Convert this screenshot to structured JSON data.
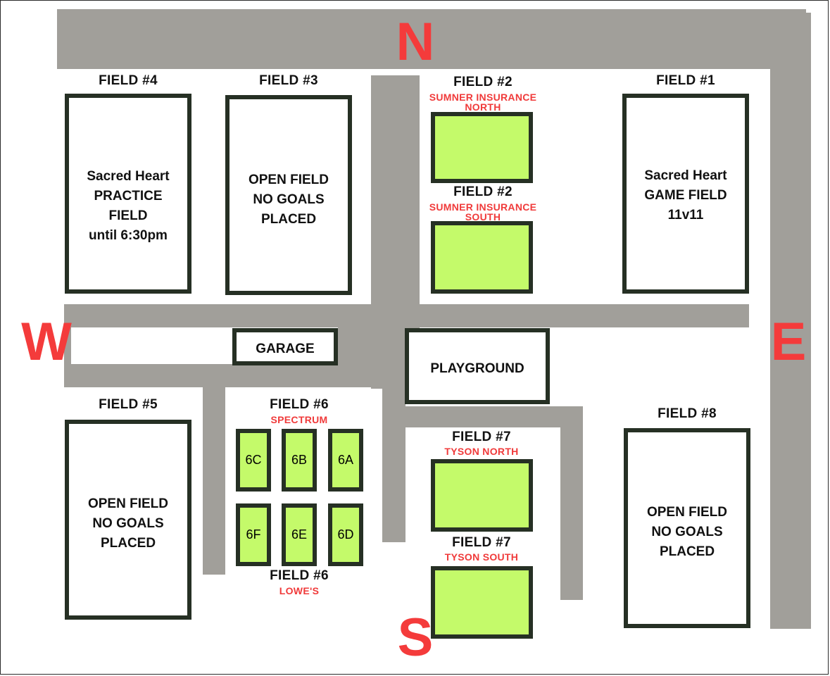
{
  "colors": {
    "road": "#a19f9a",
    "border": "#263024",
    "field_fill": "#c4fa6a",
    "accent": "#f03a3a"
  },
  "compass": {
    "north": "N",
    "south": "S",
    "east": "E",
    "west": "W"
  },
  "field1": {
    "title": "FIELD #1",
    "lines": [
      "Sacred Heart",
      "GAME FIELD",
      "11v11"
    ]
  },
  "field2": {
    "title": "FIELD #2",
    "north_sponsor": [
      "SUMNER INSURANCE",
      "NORTH"
    ],
    "south_sponsor": [
      "SUMNER INSURANCE",
      "SOUTH"
    ]
  },
  "field3": {
    "title": "FIELD #3",
    "lines": [
      "OPEN FIELD",
      "NO GOALS",
      "PLACED"
    ]
  },
  "field4": {
    "title": "FIELD #4",
    "lines": [
      "Sacred Heart",
      "PRACTICE",
      "FIELD",
      "until 6:30pm"
    ]
  },
  "field5": {
    "title": "FIELD #5",
    "lines": [
      "OPEN FIELD",
      "NO GOALS",
      "PLACED"
    ]
  },
  "field6": {
    "title": "FIELD #6",
    "top_sponsor": "SPECTRUM",
    "bottom_sponsor": "LOWE'S",
    "subfields": [
      "6C",
      "6B",
      "6A",
      "6F",
      "6E",
      "6D"
    ]
  },
  "field7": {
    "title": "FIELD #7",
    "north_sponsor": "TYSON NORTH",
    "south_sponsor": "TYSON SOUTH"
  },
  "field8": {
    "title": "FIELD #8",
    "lines": [
      "OPEN FIELD",
      "NO GOALS",
      "PLACED"
    ]
  },
  "garage": "GARAGE",
  "playground": "PLAYGROUND"
}
